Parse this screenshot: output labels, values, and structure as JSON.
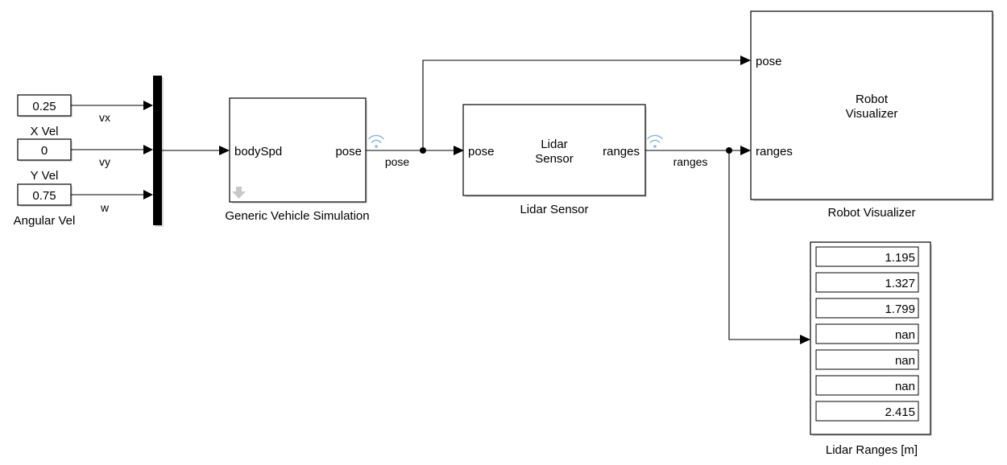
{
  "constants": [
    {
      "value": "0.25",
      "name": "X Vel",
      "signal": "vx"
    },
    {
      "value": "0",
      "name": "Y Vel",
      "signal": "vy"
    },
    {
      "value": "0.75",
      "name": "Angular Vel",
      "signal": "w"
    }
  ],
  "vehicle": {
    "name": "Generic Vehicle Simulation",
    "in_port": "bodySpd",
    "out_port": "pose"
  },
  "lidar": {
    "name": "Lidar Sensor",
    "title_line1": "Lidar",
    "title_line2": "Sensor",
    "in_port": "pose",
    "out_port": "ranges"
  },
  "visualizer": {
    "name": "Robot Visualizer",
    "title_line1": "Robot",
    "title_line2": "Visualizer",
    "port_pose": "pose",
    "port_ranges": "ranges"
  },
  "signals": {
    "pose": "pose",
    "ranges": "ranges"
  },
  "display": {
    "name": "Lidar Ranges [m]",
    "values": [
      "1.195",
      "1.327",
      "1.799",
      "nan",
      "nan",
      "nan",
      "2.415"
    ]
  }
}
